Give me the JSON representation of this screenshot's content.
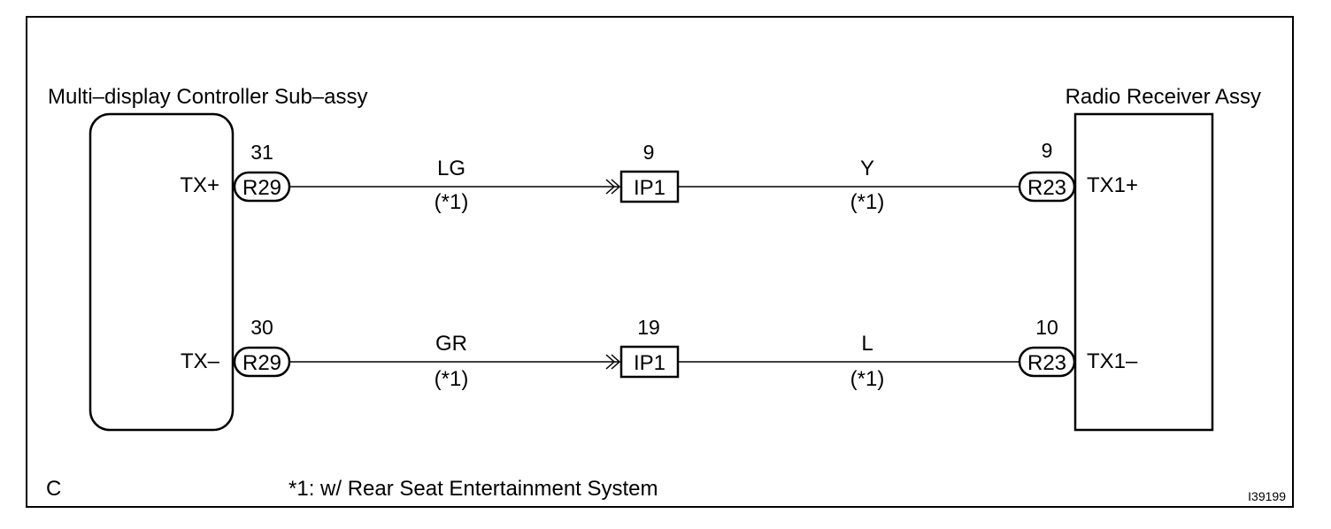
{
  "components": {
    "left": {
      "title": "Multi–display Controller Sub–assy"
    },
    "right": {
      "title": "Radio Receiver Assy"
    }
  },
  "wires": [
    {
      "left_terminal": "TX+",
      "left_connector": "R29",
      "left_pin": "31",
      "color_left": "LG",
      "note_left": "(*1)",
      "junction_connector": "IP1",
      "junction_pin": "9",
      "color_right": "Y",
      "note_right": "(*1)",
      "right_connector": "R23",
      "right_pin": "9",
      "right_terminal": "TX1+"
    },
    {
      "left_terminal": "TX–",
      "left_connector": "R29",
      "left_pin": "30",
      "color_left": "GR",
      "note_left": "(*1)",
      "junction_connector": "IP1",
      "junction_pin": "19",
      "color_right": "L",
      "note_right": "(*1)",
      "right_connector": "R23",
      "right_pin": "10",
      "right_terminal": "TX1–"
    }
  ],
  "footer": {
    "corner_label": "C",
    "footnote": "*1: w/ Rear Seat Entertainment System",
    "figure_id": "I39199"
  }
}
